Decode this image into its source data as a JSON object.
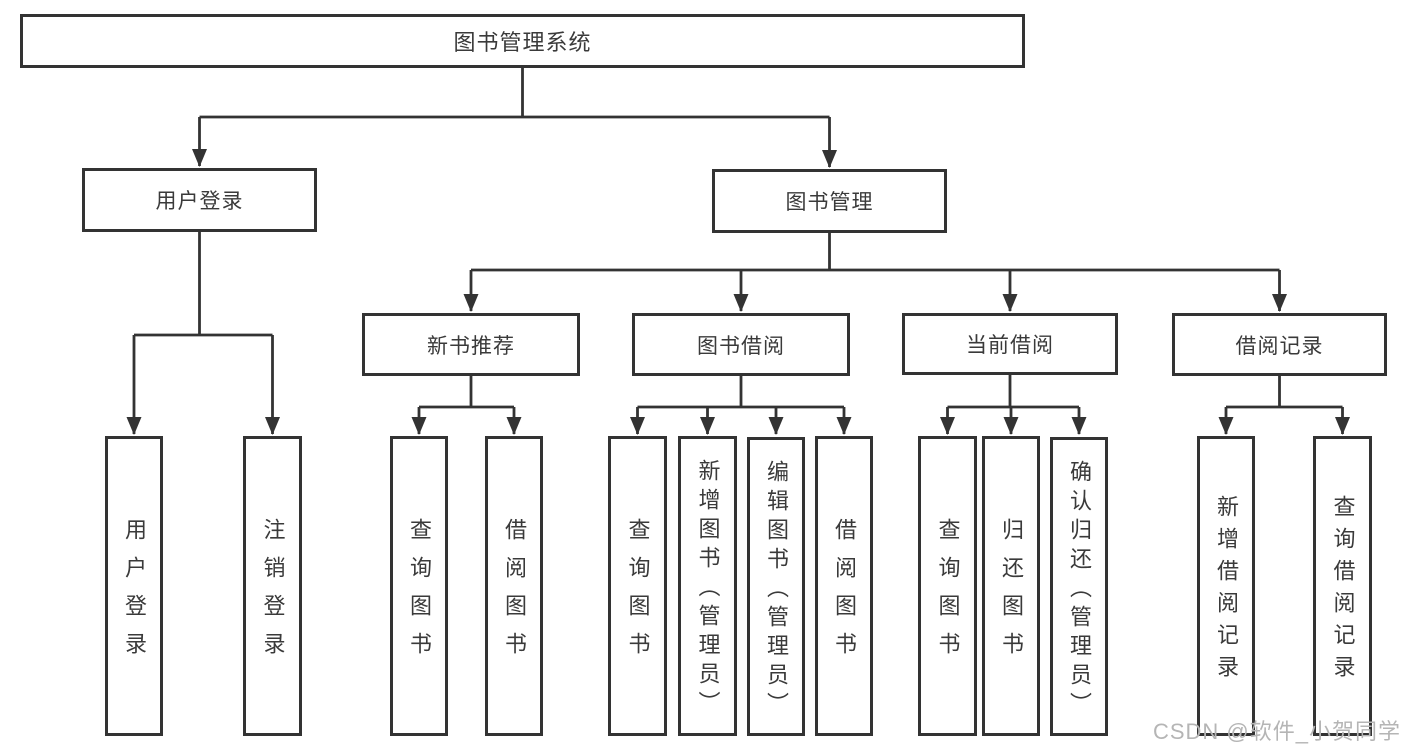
{
  "tree": {
    "root": {
      "label": "图书管理系统",
      "children": [
        {
          "label": "用户登录",
          "children": [
            {
              "label": "用户登录"
            },
            {
              "label": "注销登录"
            }
          ]
        },
        {
          "label": "图书管理",
          "children": [
            {
              "label": "新书推荐",
              "children": [
                {
                  "label": "查询图书"
                },
                {
                  "label": "借阅图书"
                }
              ]
            },
            {
              "label": "图书借阅",
              "children": [
                {
                  "label": "查询图书"
                },
                {
                  "label": "新增图书（管理员）"
                },
                {
                  "label": "编辑图书（管理员）"
                },
                {
                  "label": "借阅图书"
                }
              ]
            },
            {
              "label": "当前借阅",
              "children": [
                {
                  "label": "查询图书"
                },
                {
                  "label": "归还图书"
                },
                {
                  "label": "确认归还（管理员）"
                }
              ]
            },
            {
              "label": "借阅记录",
              "children": [
                {
                  "label": "新增借阅记录"
                },
                {
                  "label": "查询借阅记录"
                }
              ]
            }
          ]
        }
      ]
    }
  },
  "watermark": "CSDN @软件_小贺同学",
  "colors": {
    "line": "#333333",
    "text": "#3a3a3a",
    "watermark": "#b5b5b5",
    "background": "#ffffff"
  }
}
